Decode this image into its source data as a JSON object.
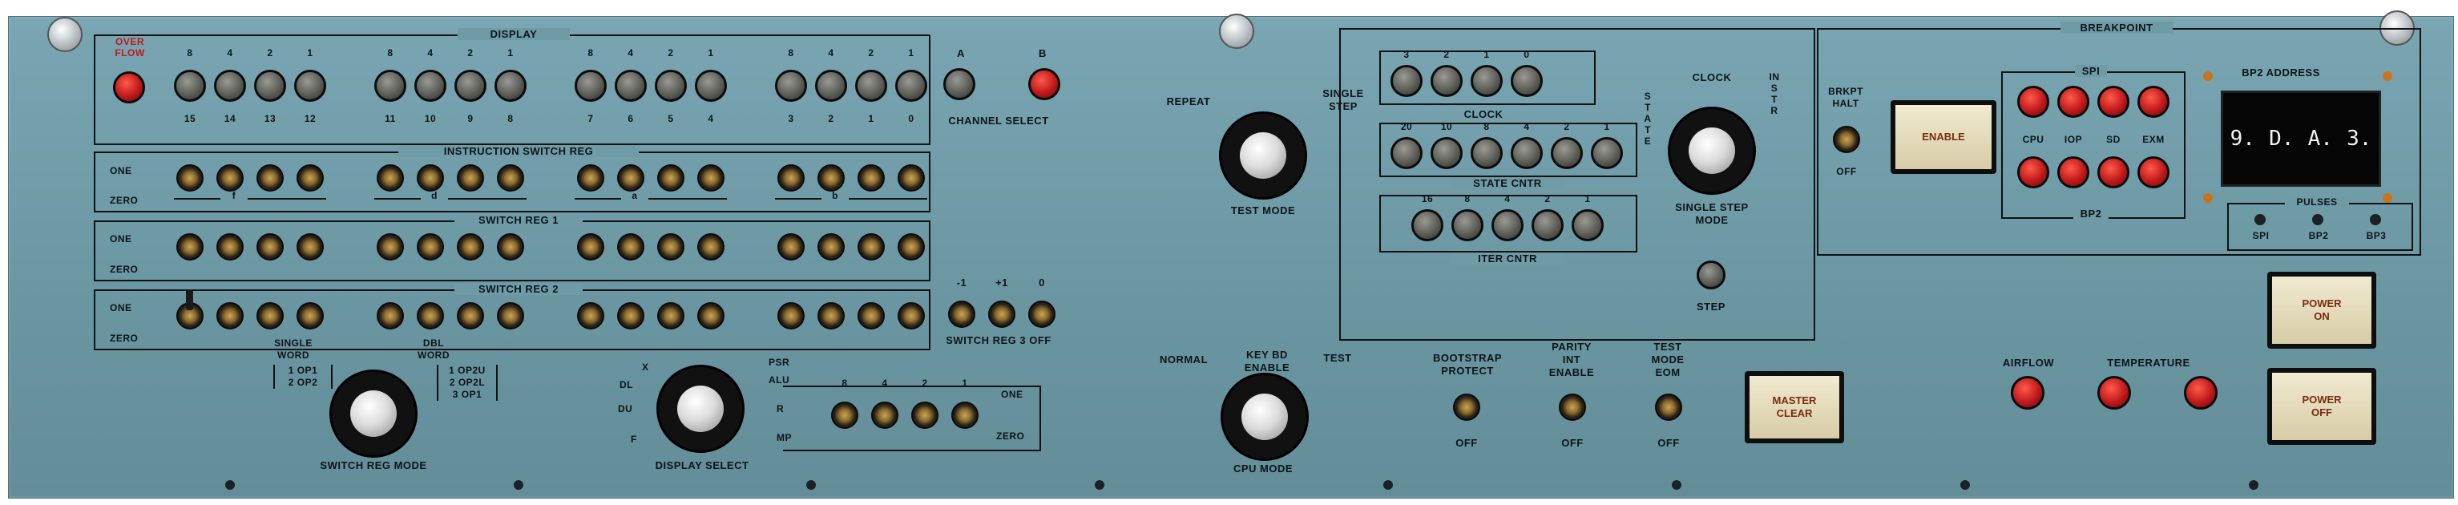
{
  "display": {
    "title": "DISPLAY",
    "overflow_label_1": "OVER",
    "overflow_label_2": "FLOW",
    "top_weights": [
      "8",
      "4",
      "2",
      "1",
      "8",
      "4",
      "2",
      "1",
      "8",
      "4",
      "2",
      "1",
      "8",
      "4",
      "2",
      "1"
    ],
    "bit_numbers": [
      "15",
      "14",
      "13",
      "12",
      "11",
      "10",
      "9",
      "8",
      "7",
      "6",
      "5",
      "4",
      "3",
      "2",
      "1",
      "0"
    ]
  },
  "channel_select": {
    "label": "CHANNEL SELECT",
    "a": "A",
    "b": "B"
  },
  "instruction_switch_reg": {
    "title": "INSTRUCTION SWITCH REG",
    "one": "ONE",
    "zero": "ZERO",
    "groups": [
      "f",
      "d",
      "a",
      "b"
    ]
  },
  "switch_reg_1": {
    "title": "SWITCH REG 1",
    "one": "ONE",
    "zero": "ZERO"
  },
  "switch_reg_2": {
    "title": "SWITCH REG 2",
    "one": "ONE",
    "zero": "ZERO"
  },
  "switch_reg_3": {
    "label": "SWITCH REG 3 OFF",
    "positions": [
      "-1",
      "+1",
      "0"
    ]
  },
  "switch_reg_mode": {
    "label": "SWITCH REG MODE",
    "single_1": "SINGLE",
    "single_2": "WORD",
    "single_op1": "1 OP1",
    "single_op2": "2 OP2",
    "dbl_1": "DBL",
    "dbl_2": "WORD",
    "dbl_op1": "1 OP2U",
    "dbl_op2": "2 OP2L",
    "dbl_op3": "3 OP1"
  },
  "display_select": {
    "label": "DISPLAY SELECT",
    "left": [
      "X",
      "DL",
      "DU",
      "F"
    ],
    "right": [
      "PSR",
      "ALU",
      "R",
      "MP"
    ]
  },
  "lower_switches": {
    "weights": [
      "8",
      "4",
      "2",
      "1"
    ],
    "one": "ONE",
    "zero": "ZERO"
  },
  "test_mode": {
    "label": "TEST MODE",
    "repeat": "REPEAT",
    "single_1": "SINGLE",
    "single_2": "STEP"
  },
  "cpu_mode": {
    "label": "CPU MODE",
    "key_1": "KEY BD",
    "key_2": "ENABLE",
    "normal": "NORMAL",
    "test": "TEST"
  },
  "clock": {
    "title": "CLOCK",
    "weights": [
      "3",
      "2",
      "1",
      "0"
    ]
  },
  "state_cntr": {
    "title": "STATE CNTR",
    "weights": [
      "20",
      "10",
      "8",
      "4",
      "2",
      "1"
    ]
  },
  "iter_cntr": {
    "title": "ITER CNTR",
    "weights": [
      "16",
      "8",
      "4",
      "2",
      "1"
    ]
  },
  "single_step_mode": {
    "label_1": "SINGLE STEP",
    "label_2": "MODE",
    "state": "STATE",
    "clock": "CLOCK",
    "instr": "INSTR",
    "step": "STEP"
  },
  "bootstrap": {
    "l1": "BOOTSTRAP",
    "l2": "PROTECT",
    "off": "OFF"
  },
  "parity": {
    "l1": "PARITY",
    "l2": "INT",
    "l3": "ENABLE",
    "off": "OFF"
  },
  "test_mode_eom": {
    "l1": "TEST",
    "l2": "MODE",
    "l3": "EOM",
    "off": "OFF"
  },
  "master_clear": {
    "l1": "MASTER",
    "l2": "CLEAR"
  },
  "breakpoint": {
    "title": "BREAKPOINT",
    "halt_1": "BRKPT",
    "halt_2": "HALT",
    "halt_off": "OFF",
    "enable": "ENABLE",
    "spi": "SPI",
    "modes": [
      "CPU",
      "IOP",
      "SD",
      "EXM"
    ],
    "bp2": "BP2",
    "address_label": "BP2 ADDRESS",
    "address_digits": [
      "9.",
      "D.",
      "A.",
      "3."
    ],
    "pulses": "PULSES",
    "pulse_labels": [
      "SPI",
      "BP2",
      "BP3"
    ]
  },
  "airflow": "AIRFLOW",
  "temperature": "TEMPERATURE",
  "power_on": {
    "l1": "POWER",
    "l2": "ON"
  },
  "power_off": {
    "l1": "POWER",
    "l2": "OFF"
  }
}
